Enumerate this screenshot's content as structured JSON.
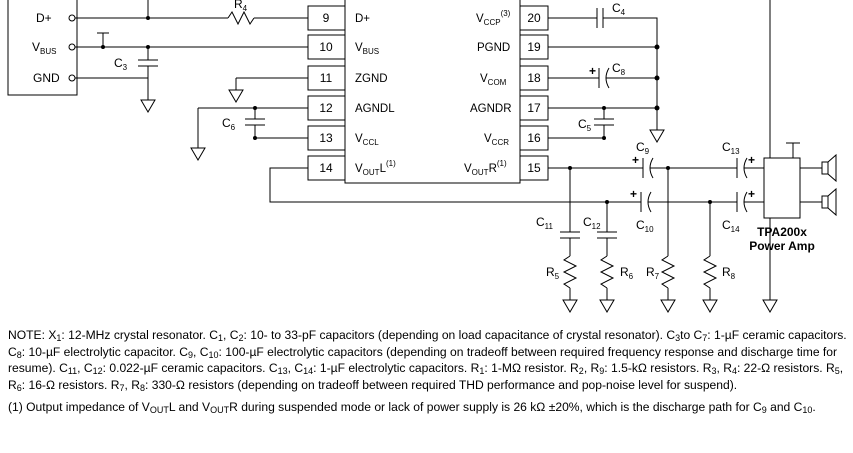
{
  "connector": {
    "labels": [
      {
        "text": "D+",
        "sub": ""
      },
      {
        "text": "V",
        "sub": "BUS"
      },
      {
        "text": "GND",
        "sub": ""
      }
    ]
  },
  "components": {
    "R4": {
      "base": "R",
      "sub": "4"
    },
    "C3": {
      "base": "C",
      "sub": "3"
    },
    "C4": {
      "base": "C",
      "sub": "4"
    },
    "C5": {
      "base": "C",
      "sub": "5"
    },
    "C6": {
      "base": "C",
      "sub": "6"
    },
    "C8": {
      "base": "C",
      "sub": "8"
    },
    "C9": {
      "base": "C",
      "sub": "9"
    },
    "C10": {
      "base": "C",
      "sub": "10"
    },
    "C11": {
      "base": "C",
      "sub": "11"
    },
    "C12": {
      "base": "C",
      "sub": "12"
    },
    "C13": {
      "base": "C",
      "sub": "13"
    },
    "C14": {
      "base": "C",
      "sub": "14"
    },
    "R5": {
      "base": "R",
      "sub": "5"
    },
    "R6": {
      "base": "R",
      "sub": "6"
    },
    "R7": {
      "base": "R",
      "sub": "7"
    },
    "R8": {
      "base": "R",
      "sub": "8"
    },
    "plus": "+"
  },
  "chip": {
    "left_pins": [
      {
        "num": "9",
        "name": "D+",
        "sub": "",
        "sup": ""
      },
      {
        "num": "10",
        "name": "V",
        "sub": "BUS",
        "sup": ""
      },
      {
        "num": "11",
        "name": "ZGND",
        "sub": "",
        "sup": ""
      },
      {
        "num": "12",
        "name": "AGNDL",
        "sub": "",
        "sup": ""
      },
      {
        "num": "13",
        "name": "V",
        "sub": "CCL",
        "sup": ""
      },
      {
        "num": "14",
        "name": "V",
        "sub": "OUT",
        "suffix": "L",
        "sup": "(1)"
      }
    ],
    "right_pins": [
      {
        "num": "20",
        "name": "V",
        "sub": "CCP",
        "sup": "(3)"
      },
      {
        "num": "19",
        "name": "PGND",
        "sub": "",
        "sup": ""
      },
      {
        "num": "18",
        "name": "V",
        "sub": "COM",
        "sup": ""
      },
      {
        "num": "17",
        "name": "AGNDR",
        "sub": "",
        "sup": ""
      },
      {
        "num": "16",
        "name": "V",
        "sub": "CCR",
        "sup": ""
      },
      {
        "num": "15",
        "name": "V",
        "sub": "OUT",
        "suffix": "R",
        "sup": "(1)"
      }
    ]
  },
  "amp": {
    "line1": "TPA200x",
    "line2": "Power Amp"
  },
  "notes": {
    "note_main": {
      "p1": "NOTE: X",
      "s1": "1",
      "p2": ": 12-MHz crystal resonator. C",
      "s2": "1",
      "p3": ", C",
      "s3": "2",
      "p4": ": 10- to 33-pF capacitors (depending on load capacitance of crystal resonator). C",
      "s4": "3",
      "p5": "to C",
      "s5": "7",
      "p6": ": 1-µF ceramic capacitors. C",
      "s6": "8",
      "p7": ": 10-µF electrolytic capacitor. C",
      "s7": "9",
      "p8": ", C",
      "s8": "10",
      "p9": ": 100-µF electrolytic capacitors (depending on tradeoff between required frequency response and discharge time for resume). C",
      "s9": "11",
      "p10": ", C",
      "s10": "12",
      "p11": ": 0.022-µF ceramic capacitors. C",
      "s11": "13",
      "p12": ", C",
      "s12": "14",
      "p13": ": 1-µF electrolytic capacitors. R",
      "s13": "1",
      "p14": ": 1-MΩ resistor. R",
      "s14": "2",
      "p15": ", R",
      "s15": "9",
      "p16": ": 1.5-kΩ resistors. R",
      "s16": "3",
      "p17": ", R",
      "s17": "4",
      "p18": ": 22-Ω resistors. R",
      "s18": "5",
      "p19": ", R",
      "s19": "6",
      "p20": ": 16-Ω resistors. R",
      "s20": "7",
      "p21": ", R",
      "s21": "8",
      "p22": ": 330-Ω resistors (depending on tradeoff between required THD performance and pop-noise level for suspend)."
    },
    "note_1": {
      "p1": "(1)   Output impedance of V",
      "s1": "OUT",
      "p2": "L and V",
      "s2": "OUT",
      "p3": "R during suspended mode or lack of power supply is 26 kΩ ±20%, which is the discharge path for C",
      "s3": "9",
      "p4": " and C",
      "s4": "10",
      "p5": "."
    }
  }
}
